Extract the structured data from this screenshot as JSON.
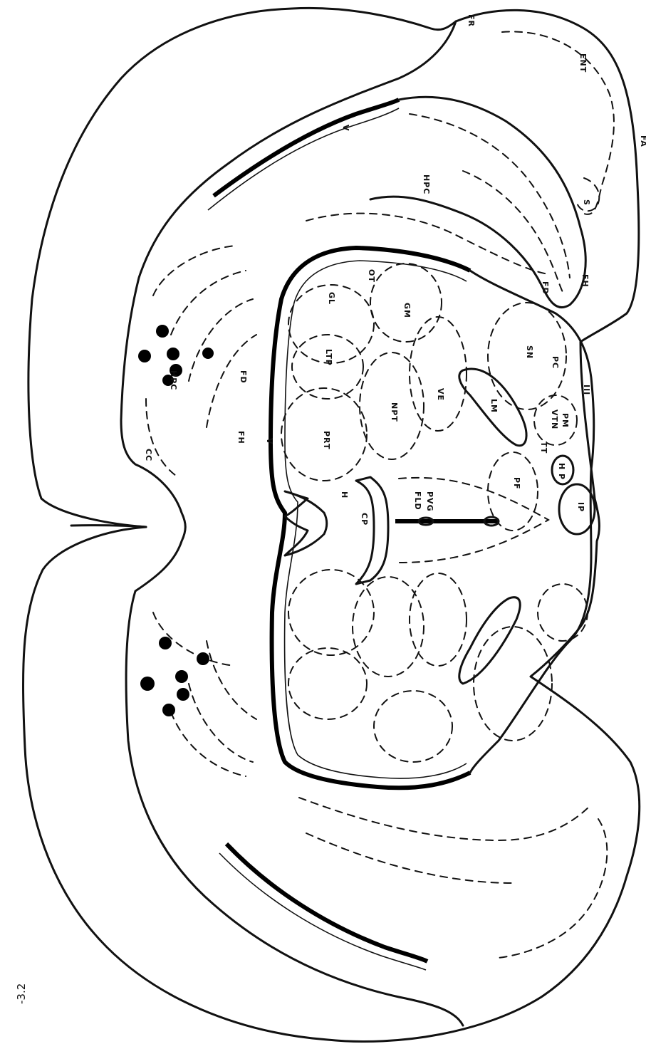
{
  "section_level": "-3.2",
  "labels": {
    "FR": "FR",
    "ENT": "ENT",
    "FA": "FA",
    "HPC": "HPC",
    "S": "S",
    "FD_right": "FD",
    "FH_right": "FH",
    "V_top": "V",
    "OT": "OT",
    "GL": "GL",
    "GM": "GM",
    "LTP": "LTP",
    "SN": "SN",
    "PC": "PC",
    "III": "III",
    "NPT": "NPT",
    "VE": "VE",
    "LM": "LM",
    "VTN": "VTN",
    "PM": "PM",
    "TT": "TT",
    "HP": "H P",
    "PRT": "PRT",
    "PF": "PF",
    "FLD": "FLD",
    "PVG": "PVG",
    "IP": "IP",
    "CP": "CP",
    "H": "H",
    "V_mid": "V",
    "FH_left": "FH",
    "FD_left": "FD",
    "HPC_left": "HPC",
    "CC": "CC"
  },
  "marked_site_count": 12
}
